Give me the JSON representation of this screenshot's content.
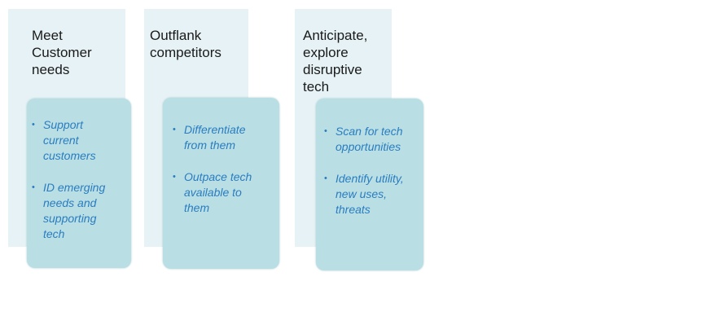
{
  "columns": [
    {
      "title": "Meet\nCustomer\nneeds",
      "bullets": [
        "Support\ncurrent\ncustomers",
        "ID emerging\nneeds and\nsupporting\ntech"
      ]
    },
    {
      "title": "Outflank\ncompetitors",
      "bullets": [
        "Differentiate\nfrom them",
        "Outpace tech\navailable to\nthem"
      ]
    },
    {
      "title": "Anticipate,\nexplore\ndisruptive\ntech",
      "bullets": [
        "Scan for tech\nopportunities",
        "Identify utility,\nnew uses,\nthreats"
      ]
    }
  ],
  "bullet_glyph": "•",
  "colors": {
    "panel": "#e6f2f5",
    "card": "#b9dfe4",
    "title_text": "#1a1a1a",
    "bullet_text": "#2a7cc0"
  }
}
